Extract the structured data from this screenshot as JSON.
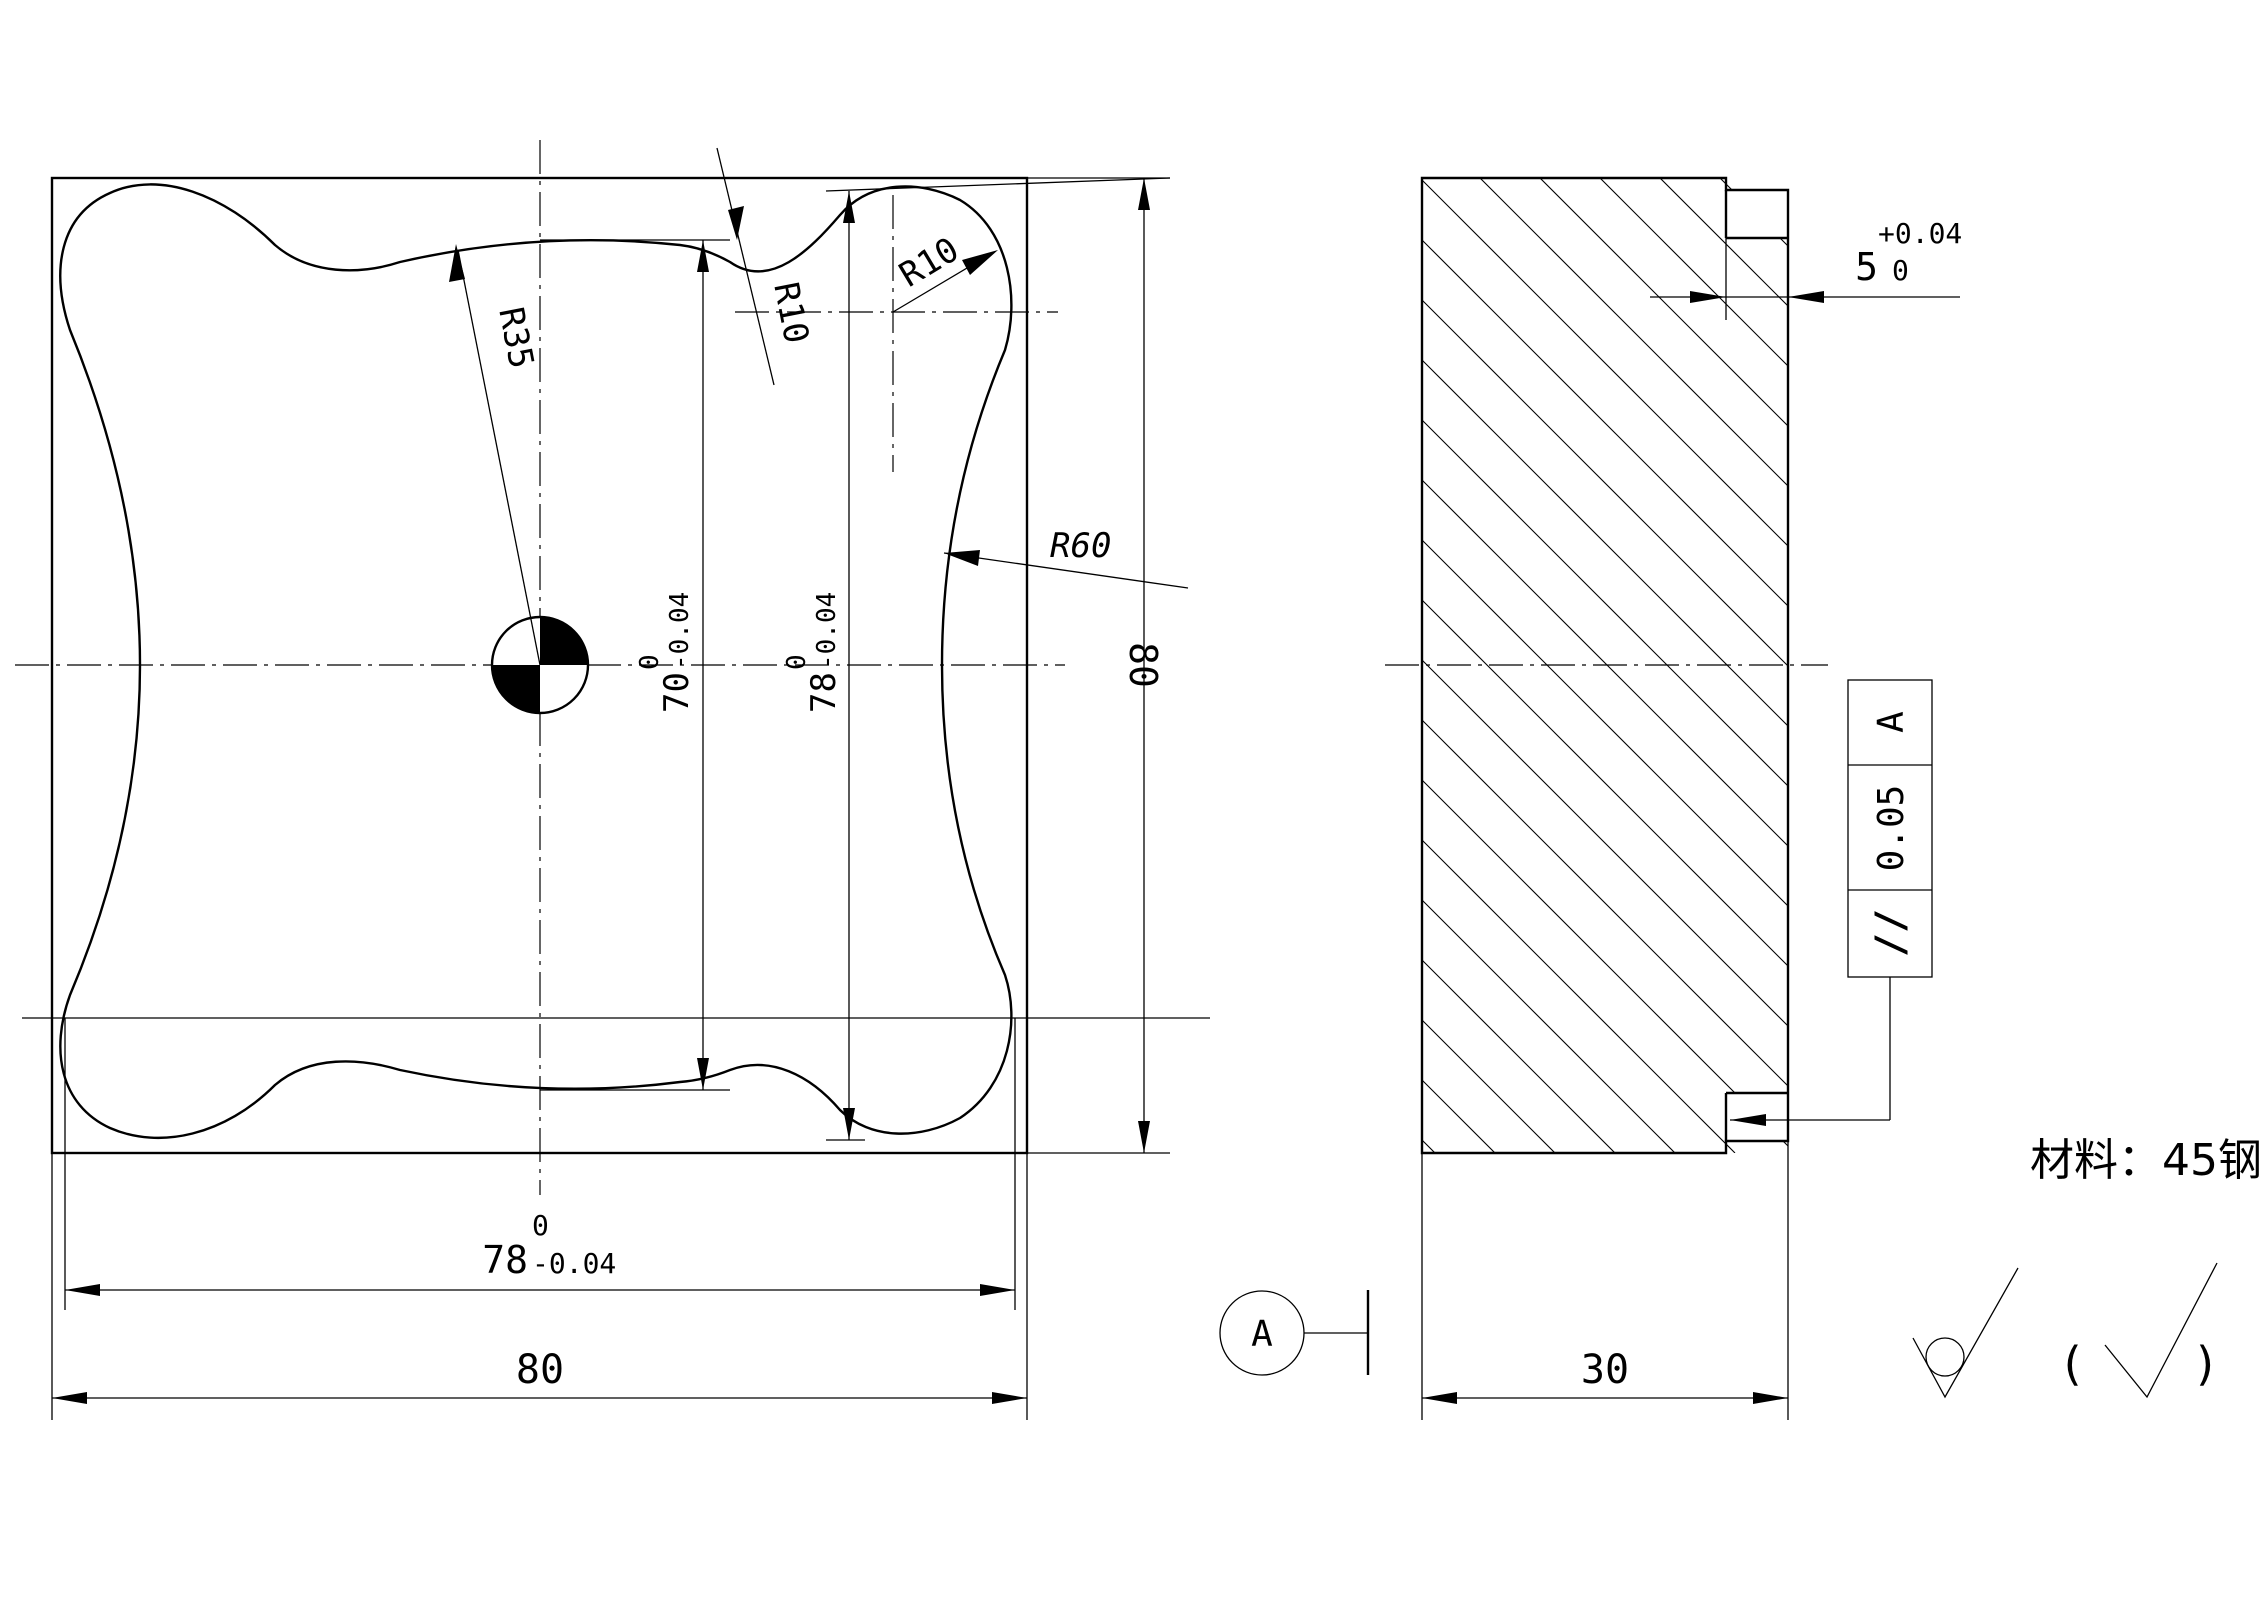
{
  "drawing": {
    "front_view": {
      "dims": {
        "r35": "R35",
        "r10_top": "R10",
        "r10_side": "R10",
        "r60": "R60",
        "height_70": {
          "base": "70",
          "upper": "0",
          "lower": "-0.04"
        },
        "height_78": {
          "base": "78",
          "upper": "0",
          "lower": "-0.04"
        },
        "width_78": {
          "base": "78",
          "upper": "0",
          "lower": "-0.04"
        },
        "outer_80_h": "80",
        "outer_80_v": "80"
      }
    },
    "side_view": {
      "dims": {
        "thickness": "30",
        "depth": {
          "base": "5",
          "upper": "+0.04",
          "lower": "0"
        }
      },
      "tolerance_frame": {
        "symbol": "//",
        "value": "0.05",
        "datum": "A"
      }
    },
    "datum_label": "A",
    "material_label": "材料：45钢",
    "surface_finish": {
      "paren_open": "(",
      "paren_close": ")"
    }
  }
}
